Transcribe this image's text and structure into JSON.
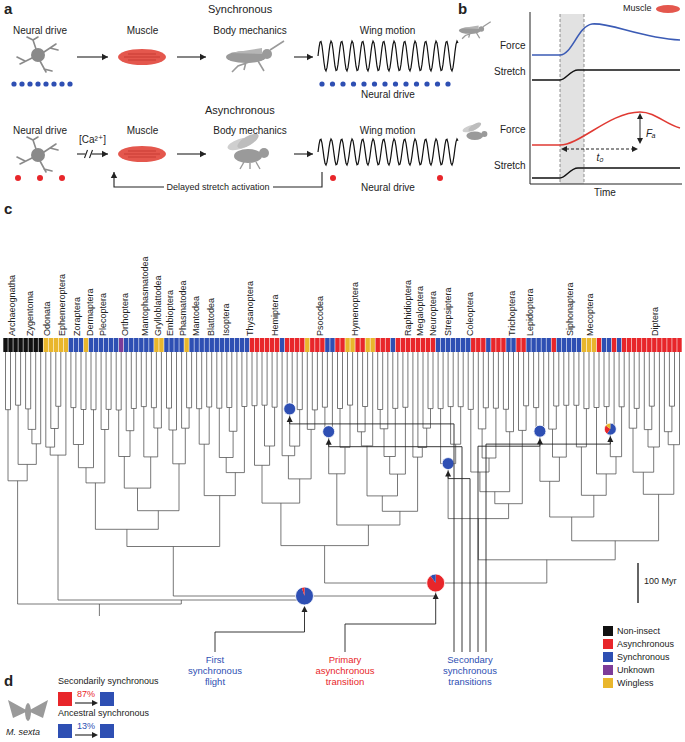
{
  "diagram": {
    "nodes": [
      {
        "text": [
          "Neural drive"
        ]
      },
      {
        "text": [
          "Muscle"
        ]
      },
      {
        "text": [
          "Body mechanics"
        ]
      },
      {
        "text": [
          "Wing motion"
        ]
      },
      {
        "text": [
          "Neural drive"
        ]
      },
      {
        "text": [
          "Muscle"
        ]
      },
      {
        "text": [
          "Body mechanics"
        ]
      },
      {
        "text": [
          "Wing motion"
        ]
      }
    ],
    "edges": [
      {
        "from": 0,
        "to": 1,
        "arrow": "to"
      },
      {
        "from": 1,
        "to": 2,
        "arrow": "to"
      },
      {
        "from": 2,
        "to": 3,
        "arrow": "to"
      },
      {
        "from": 4,
        "to": 5,
        "label": "[Ca²⁺]",
        "arrow": "to"
      },
      {
        "from": 5,
        "to": 6,
        "arrow": "to"
      },
      {
        "from": 6,
        "to": 7,
        "arrow": "to"
      },
      {
        "from": 7,
        "to": 5,
        "label": "Delayed stretch activation",
        "arrow": "to"
      }
    ],
    "labels": [
      "a",
      "Synchronous",
      "Neural drive",
      "Asynchronous",
      "Neural drive",
      "b",
      "Muscle",
      "Force",
      "Stretch",
      "Force",
      "Stretch",
      "Fₐ",
      "t₀",
      "Time",
      "c",
      "Archaeognatha",
      "Zygentoma",
      "Odonata",
      "Ephemeroptera",
      "Zoraptera",
      "Dermaptera",
      "Plecoptera",
      "Orthoptera",
      "Mantophasmatodea",
      "Grylloblattodea",
      "Embioptera",
      "Phasmatodea",
      "Mantodea",
      "Blattodea",
      "Isoptera",
      "Thysanoptera",
      "Hemiptera",
      "Psocodea",
      "Hymenoptera",
      "Raphidioptera",
      "Megaloptera",
      "Neuroptera",
      "Strepsiptera",
      "Coleoptera",
      "Trichoptera",
      "Lepidoptera",
      "Siphonaptera",
      "Mecoptera",
      "Diptera",
      "First synchronous flight",
      "Primary asynchronous transition",
      "Secondary synchronous transitions",
      "100 Myr",
      "d",
      "M. sexta",
      "Secondarily synchronous",
      "87%",
      "Ancestral synchronous",
      "13%"
    ],
    "legend": [
      {
        "text": "Non-insect",
        "color": "#111111"
      },
      {
        "text": "Asynchronous",
        "color": "#e8262a"
      },
      {
        "text": "Synchronous",
        "color": "#2e4fb3"
      },
      {
        "text": "Unknown",
        "color": "#7d3c98"
      },
      {
        "text": "Wingless",
        "color": "#e9b62c"
      }
    ]
  }
}
